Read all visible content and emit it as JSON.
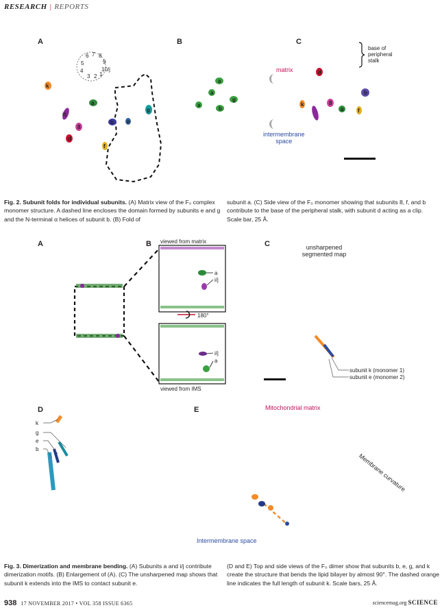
{
  "header": {
    "section": "RESEARCH",
    "subsection": "REPORTS"
  },
  "fig2": {
    "panel_labels": [
      "A",
      "B",
      "C"
    ],
    "clock_numbers": [
      "6",
      "7",
      "8",
      "5",
      "9",
      "4",
      "10/j",
      "3",
      "2",
      "1"
    ],
    "chain_labels_A": [
      "k",
      "a",
      "g",
      "i/j",
      "8",
      "b",
      "e",
      "d",
      "f"
    ],
    "chain_labels_B": [
      "a",
      "a",
      "g",
      "a",
      "b"
    ],
    "chain_labels_C": [
      "d",
      "b",
      "k",
      "8",
      "a",
      "f"
    ],
    "base_stalk": "base of\nperipheral\nstalk",
    "matrix": "matrix",
    "ims": "intermembrane\nspace",
    "caption_left_bold": "Fig. 2. Subunit folds for individual subunits.",
    "caption_left": " (A) Matrix view of the F₀ complex monomer structure. A dashed line encloses the domain formed by subunits e and g and the N-terminal α helices of subunit b. (B) Fold of",
    "caption_right": "subunit a. (C) Side view of the F₀ monomer showing that subunits 8, f, and b contribute to the base of the peripheral stalk, with subunit d acting as a clip. Scale bar, 25 Å."
  },
  "fig3": {
    "panel_labels": [
      "A",
      "B",
      "C",
      "D",
      "E"
    ],
    "viewed_from_matrix": "viewed from matrix",
    "viewed_from_ims": "viewed from IMS",
    "rotation": "180°",
    "top_box_labels": [
      "a",
      "i/j"
    ],
    "bottom_box_labels": [
      "i/j",
      "a"
    ],
    "unsharpened": "unsharpened\nsegmented map",
    "subunit_k": "subunit k (monomer 1)",
    "subunit_e": "subunit e (monomer 2)",
    "d_labels": [
      "k",
      "g",
      "e",
      "b"
    ],
    "mito_matrix": "Mitochondrial matrix",
    "membrane_curvature": "Membrane curvature",
    "ims": "Intermembrane space",
    "caption_left_bold": "Fig. 3. Dimerization and membrane bending.",
    "caption_left": " (A) Subunits a and i/j contribute dimerization motifs. (B) Enlargement of (A). (C) The unsharpened map shows that subunit k extends into the IMS to contact subunit e.",
    "caption_right": "(D and E) Top and side views of the F₀ dimer show that subunits b, e, g, and k create the structure that bends the lipid bilayer by almost 90°. The dashed orange line indicates the full length of subunit k. Scale bars, 25 Å."
  },
  "footer": {
    "page": "938",
    "issue": "17 NOVEMBER 2017 • VOL 358 ISSUE 6365",
    "site": "sciencemag.org",
    "journal": "SCIENCE"
  },
  "colors": {
    "accent_red": "#c8102e",
    "ims_blue": "#2b4ba0",
    "matrix_magenta": "#c4145a",
    "orange": "#f28c28"
  }
}
